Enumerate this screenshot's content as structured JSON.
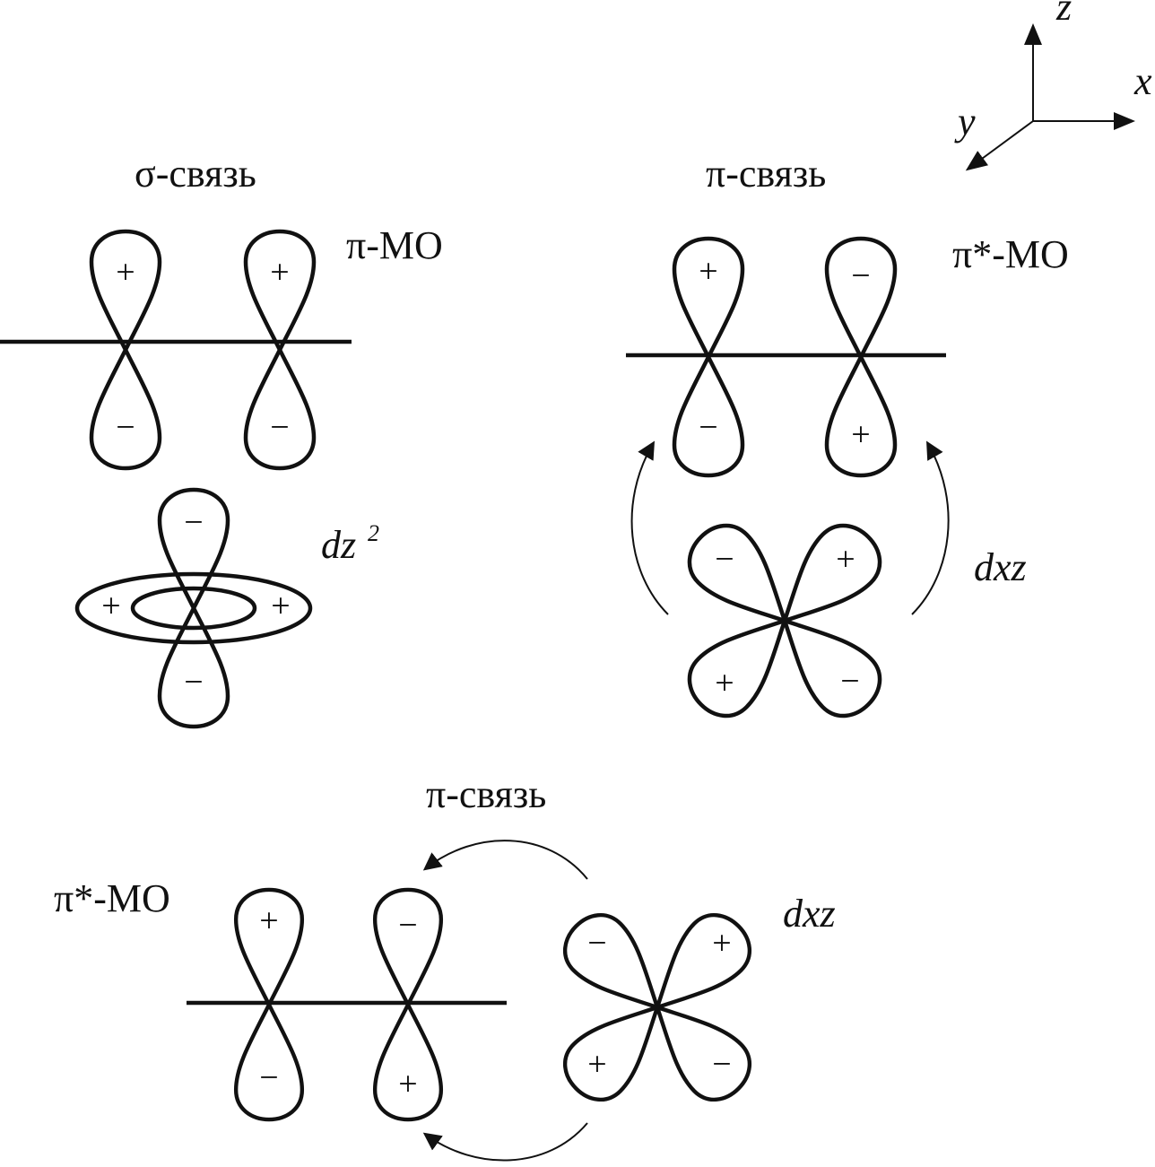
{
  "axes": {
    "z": "z",
    "x": "x",
    "y": "y"
  },
  "labels": {
    "sigma_bond": "σ-связь",
    "pi_bond_top": "π-связь",
    "pi_mo": "π-МО",
    "pi_star_mo_top": "π*-МО",
    "dz2": "dz",
    "dz2_sup": "2",
    "dxz_top": "dxz",
    "pi_bond_bottom": "π-связь",
    "pi_star_mo_bottom": "π*-МО",
    "dxz_bottom": "dxz"
  },
  "signs": {
    "sigma": [
      "+",
      "−",
      "+",
      "−"
    ],
    "dz2": [
      "−",
      "−",
      "+",
      "+"
    ],
    "pi_top": [
      "+",
      "−",
      "−",
      "+"
    ],
    "dxz_top": [
      "−",
      "+",
      "+",
      "−"
    ],
    "pi_bottom": [
      "+",
      "−",
      "−",
      "+"
    ],
    "dxz_bottom": [
      "−",
      "+",
      "+",
      "−"
    ]
  }
}
